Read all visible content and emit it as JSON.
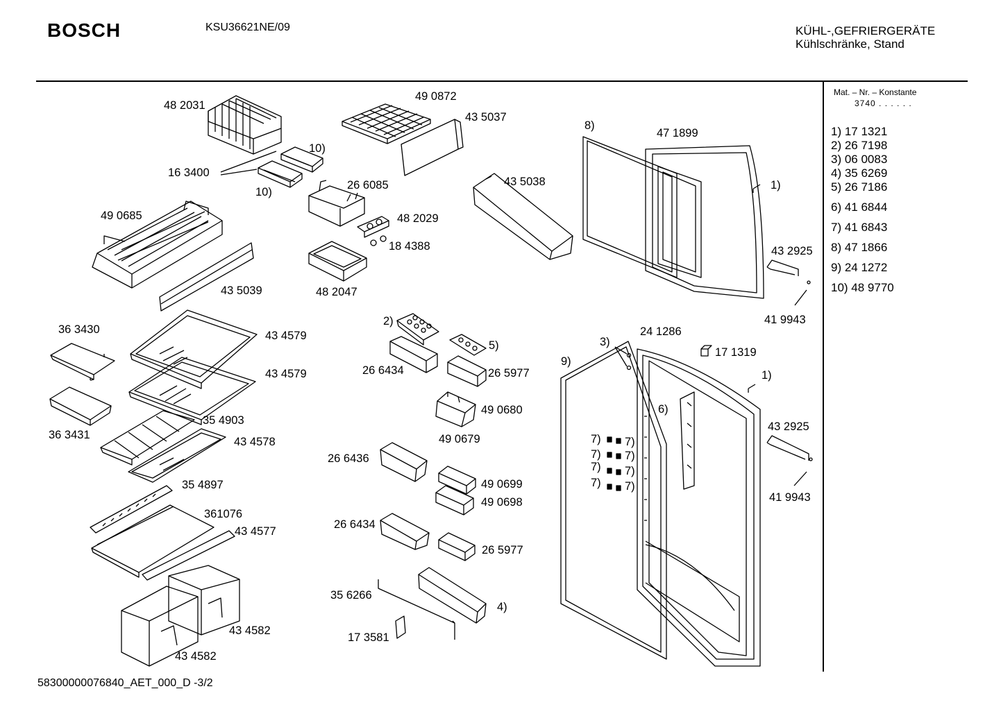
{
  "header": {
    "brand": "BOSCH",
    "model": "KSU36621NE/09",
    "category_line1": "KÜHL-,GEFRIERGERÄTE",
    "category_line2": "Kühlschränke, Stand"
  },
  "sidebar": {
    "heading": "Mat. – Nr. – Konstante",
    "value": "3740 . .   . . . .",
    "references": [
      {
        "key": "1)",
        "part": "17 1321"
      },
      {
        "key": "2)",
        "part": "26 7198"
      },
      {
        "key": "3)",
        "part": "06 0083"
      },
      {
        "key": "4)",
        "part": "35 6269"
      },
      {
        "key": "5)",
        "part": "26 7186"
      },
      {
        "key": "6)",
        "part": "41 6844"
      },
      {
        "key": "7)",
        "part": "41 6843"
      },
      {
        "key": "8)",
        "part": "47 1866"
      },
      {
        "key": "9)",
        "part": "24 1272"
      },
      {
        "key": "10)",
        "part": "48 9770"
      }
    ]
  },
  "part_labels": [
    "48 2031",
    "49 0872",
    "43 5037",
    "16 3400",
    "10)",
    "10)",
    "26 6085",
    "43 5038",
    "49 0685",
    "48 2029",
    "18 4388",
    "43 5039",
    "48 2047",
    "8)",
    "47 1899",
    "1)",
    "43 2925",
    "41 9943",
    "36 3430",
    "43 4579",
    "43 4579",
    "36 3431",
    "35 4903",
    "43 4578",
    "35 4897",
    "361076",
    "43 4577",
    "43 4582",
    "43 4582",
    "2)",
    "5)",
    "26 6434",
    "26 5977",
    "49 0680",
    "49 0679",
    "26 6436",
    "49 0699",
    "49 0698",
    "26 6434",
    "26 5977",
    "35 6266",
    "4)",
    "17 3581",
    "24 1286",
    "3)",
    "17 1319",
    "1)",
    "9)",
    "6)",
    "43 2925",
    "41 9943",
    "7)",
    "7)",
    "7)",
    "7)",
    "7)",
    "7)",
    "7)",
    "7)"
  ],
  "footer": {
    "doc_id": "58300000076840_AET_000_D -3/2"
  }
}
